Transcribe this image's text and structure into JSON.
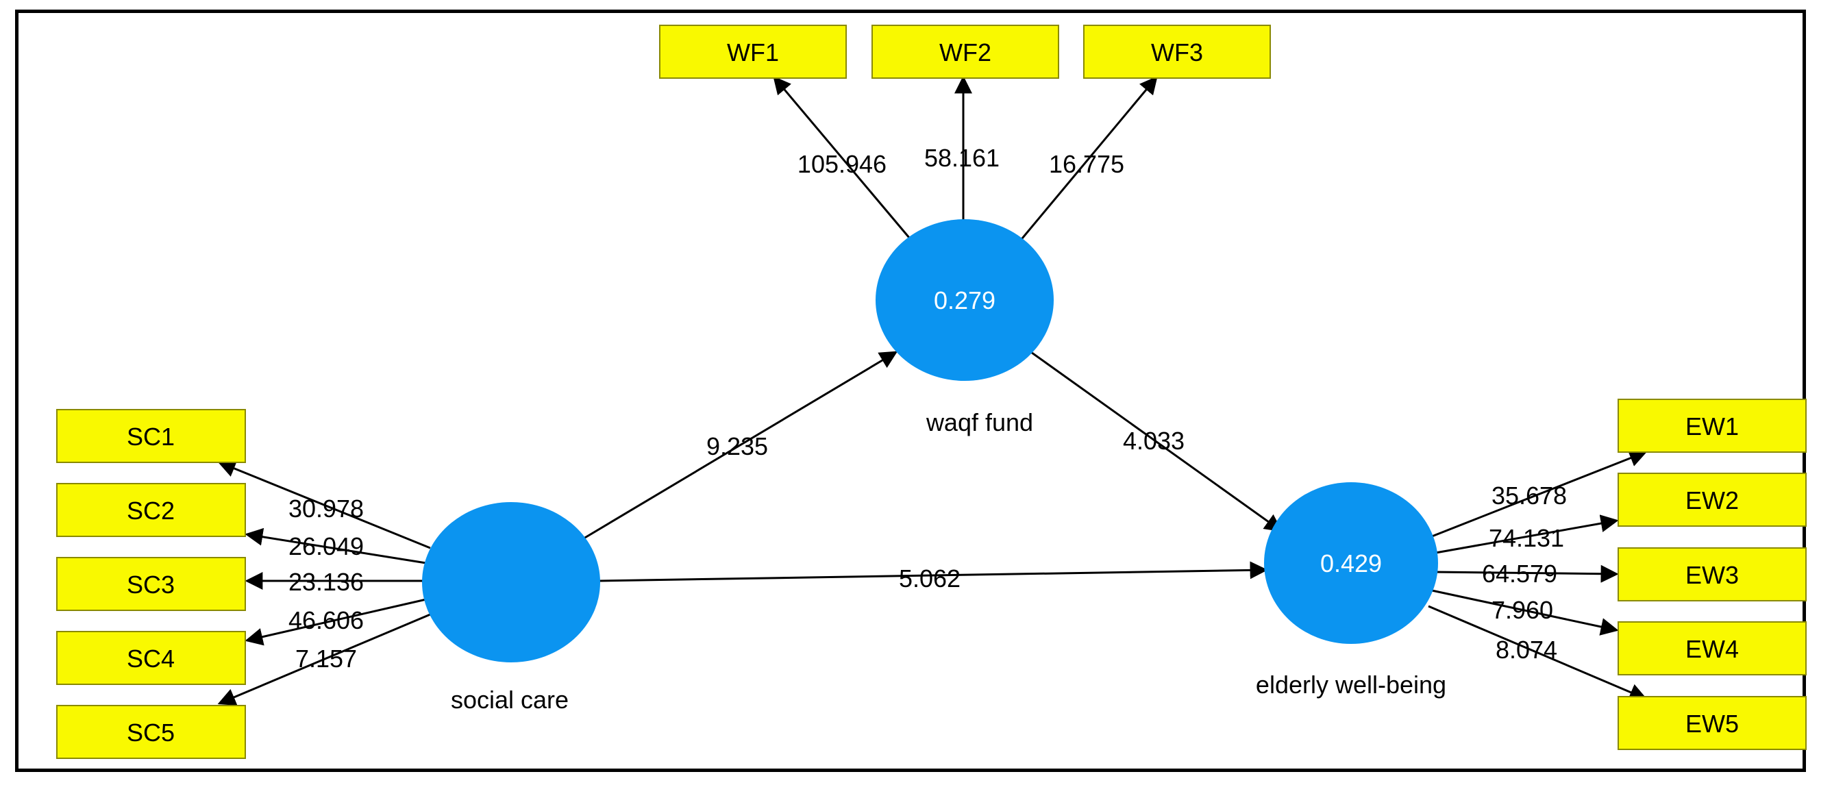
{
  "constructs": {
    "waqf_fund": {
      "label": "waqf fund",
      "r_squared": "0.279"
    },
    "social_care": {
      "label": "social care",
      "r_squared": ""
    },
    "elderly_well_being": {
      "label": "elderly well-being",
      "r_squared": "0.429"
    }
  },
  "indicators": {
    "wf": [
      "WF1",
      "WF2",
      "WF3"
    ],
    "sc": [
      "SC1",
      "SC2",
      "SC3",
      "SC4",
      "SC5"
    ],
    "ew": [
      "EW1",
      "EW2",
      "EW3",
      "EW4",
      "EW5"
    ]
  },
  "loadings": {
    "wf": [
      "105.946",
      "58.161",
      "16.775"
    ],
    "sc": [
      "30.978",
      "26.049",
      "23.136",
      "46.606",
      "7.157"
    ],
    "ew": [
      "35.678",
      "74.131",
      "64.579",
      "7.960",
      "8.074"
    ]
  },
  "paths": {
    "social_care_to_waqf_fund": "9.235",
    "waqf_fund_to_elderly_well_being": "4.033",
    "social_care_to_elderly_well_being": "5.062"
  },
  "colors": {
    "construct_fill": "#0b94f0",
    "indicator_fill": "#f9f900",
    "indicator_border": "#8a8a00",
    "line": "#000000",
    "construct_text": "#ffffff"
  }
}
